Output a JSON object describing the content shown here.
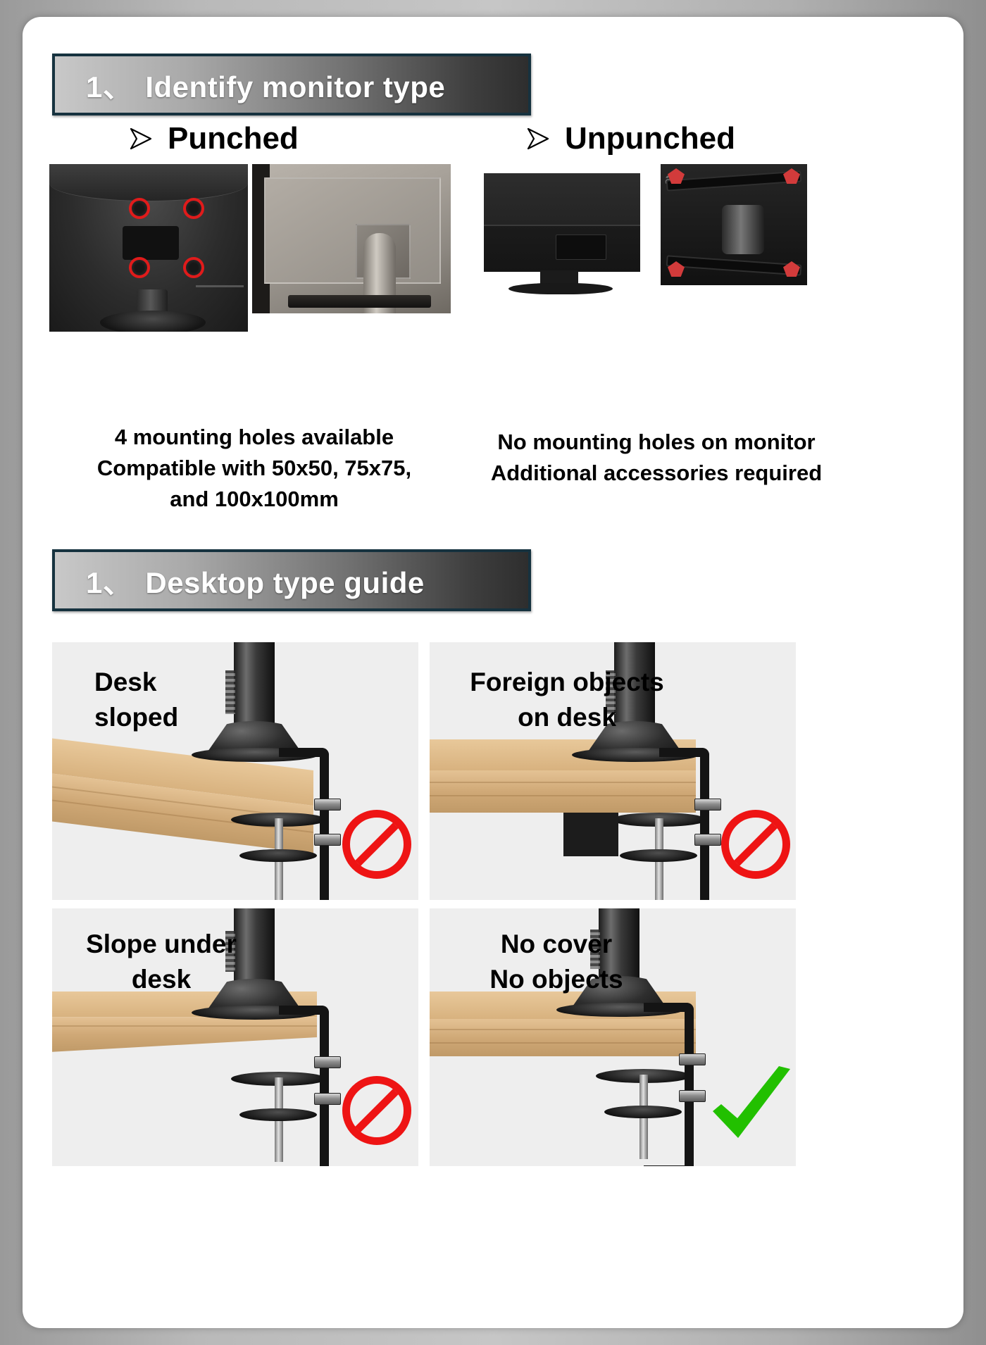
{
  "sections": [
    {
      "number": "1、",
      "title": "Identify monitor type",
      "columns": [
        {
          "bullet": "arrow-bullet-icon",
          "heading": "Punched",
          "caption": "4 mounting holes available\nCompatible with 50x50, 75x75,\nand 100x100mm",
          "photos": [
            "monitor-back-with-vesa-holes",
            "gray-monitor-back-with-stand"
          ]
        },
        {
          "bullet": "arrow-bullet-icon",
          "heading": "Unpunched",
          "caption": "No mounting holes on monitor\nAdditional accessories required",
          "photos": [
            "black-monitor-back",
            "acer-monitor-with-vesa-adapter"
          ]
        }
      ]
    },
    {
      "number": "1、",
      "title": "Desktop type guide",
      "panels": [
        {
          "label": "Desk\nsloped",
          "label_align": "left",
          "mark": "prohibited-icon",
          "mark_color": "#ee1414",
          "has_obstacle": false,
          "desk_shape": "sloped-top"
        },
        {
          "label": "Foreign objects\non desk",
          "label_align": "center",
          "mark": "prohibited-icon",
          "mark_color": "#ee1414",
          "has_obstacle": true,
          "desk_shape": "flat"
        },
        {
          "label": "Slope under\ndesk",
          "label_align": "left",
          "mark": "prohibited-icon",
          "mark_color": "#ee1414",
          "has_obstacle": false,
          "desk_shape": "sloped-bottom"
        },
        {
          "label": "No cover\nNo objects",
          "label_align": "center",
          "mark": "check-icon",
          "mark_color": "#22c000",
          "has_obstacle": false,
          "desk_shape": "flat"
        }
      ]
    }
  ],
  "colors": {
    "banner_border": "#16323f",
    "prohibited": "#ee1414",
    "approved": "#22c000",
    "vesa_hole_ring": "#e01b1b",
    "panel_bg": "#eeeeee",
    "page_bg": "#ffffff"
  }
}
